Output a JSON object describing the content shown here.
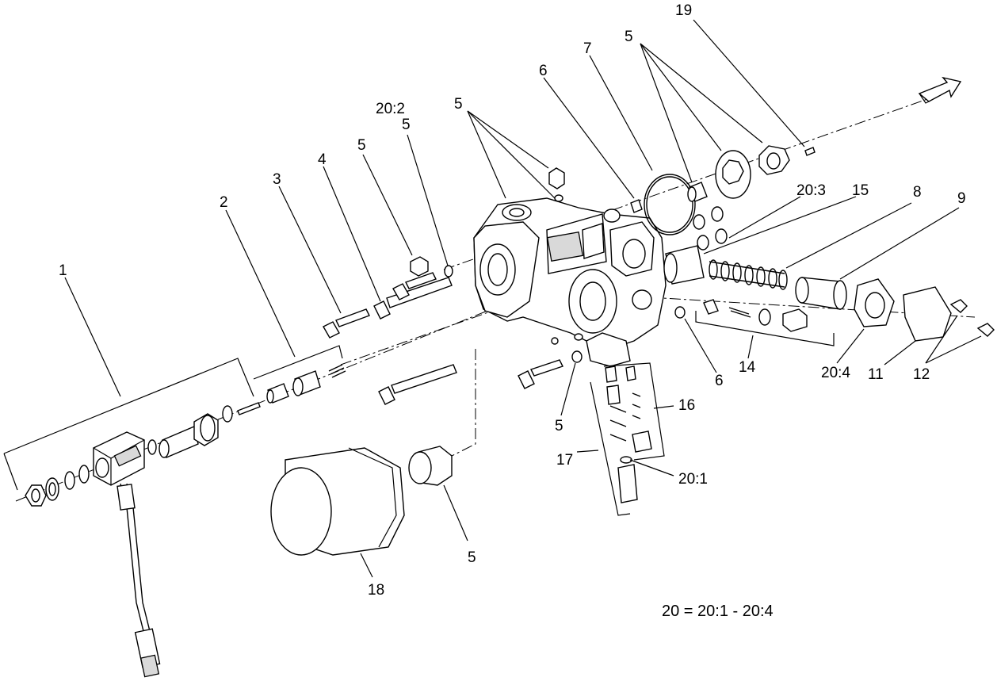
{
  "callouts": {
    "c1": "1",
    "c2": "2",
    "c3": "3",
    "c4": "4",
    "c5_top_left": "5",
    "c20_2": "20:2",
    "c5_under_20_2": "5",
    "c5_housing": "5",
    "c6_top": "6",
    "c7": "7",
    "c5_top_right": "5",
    "c19": "19",
    "c20_3": "20:3",
    "c15": "15",
    "c8": "8",
    "c9": "9",
    "c6_bottom": "6",
    "c14": "14",
    "c20_4": "20:4",
    "c11": "11",
    "c12": "12",
    "c16": "16",
    "c5_bottom_center": "5",
    "c17": "17",
    "c20_1": "20:1",
    "c5_bottom": "5",
    "c18": "18"
  },
  "footnote": "20 = 20:1 - 20:4"
}
